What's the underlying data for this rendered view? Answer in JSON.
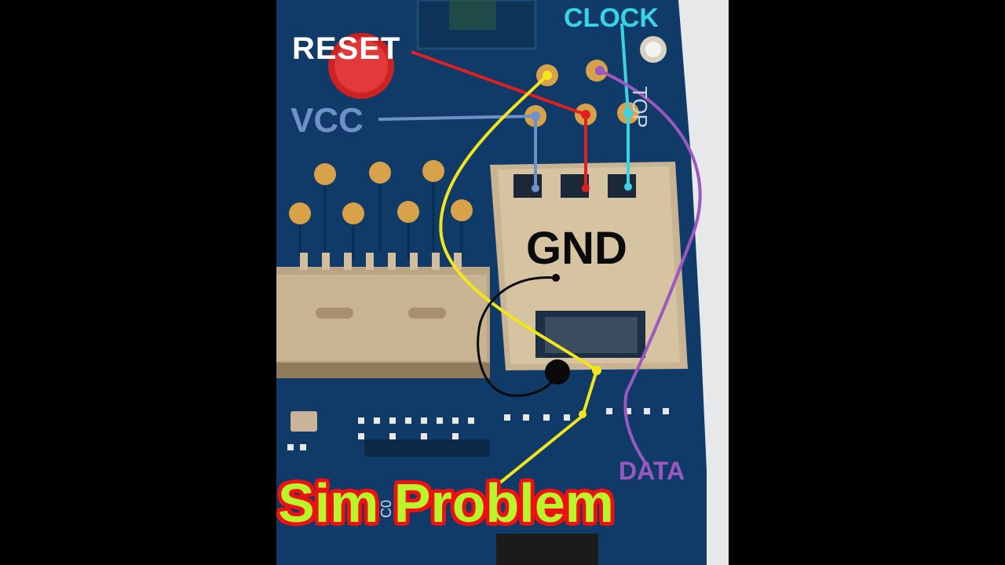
{
  "labels": {
    "reset": "RESET",
    "vcc": "VCC",
    "clock": "CLOCK",
    "top_silk": "TOP",
    "gnd": "GND",
    "data": "DATA"
  },
  "title": "Sim Problem",
  "colors": {
    "reset_wire": "#e02020",
    "vcc_wire": "#6f90c8",
    "clock_wire": "#39d3e6",
    "data_wire": "#9a58c0",
    "gnd_wire": "#0a0a0a",
    "extra_wire": "#f2e51e",
    "title_fill": "#b8f52a",
    "title_outline": "#ee1111",
    "pcb": "#0f3f6e"
  }
}
